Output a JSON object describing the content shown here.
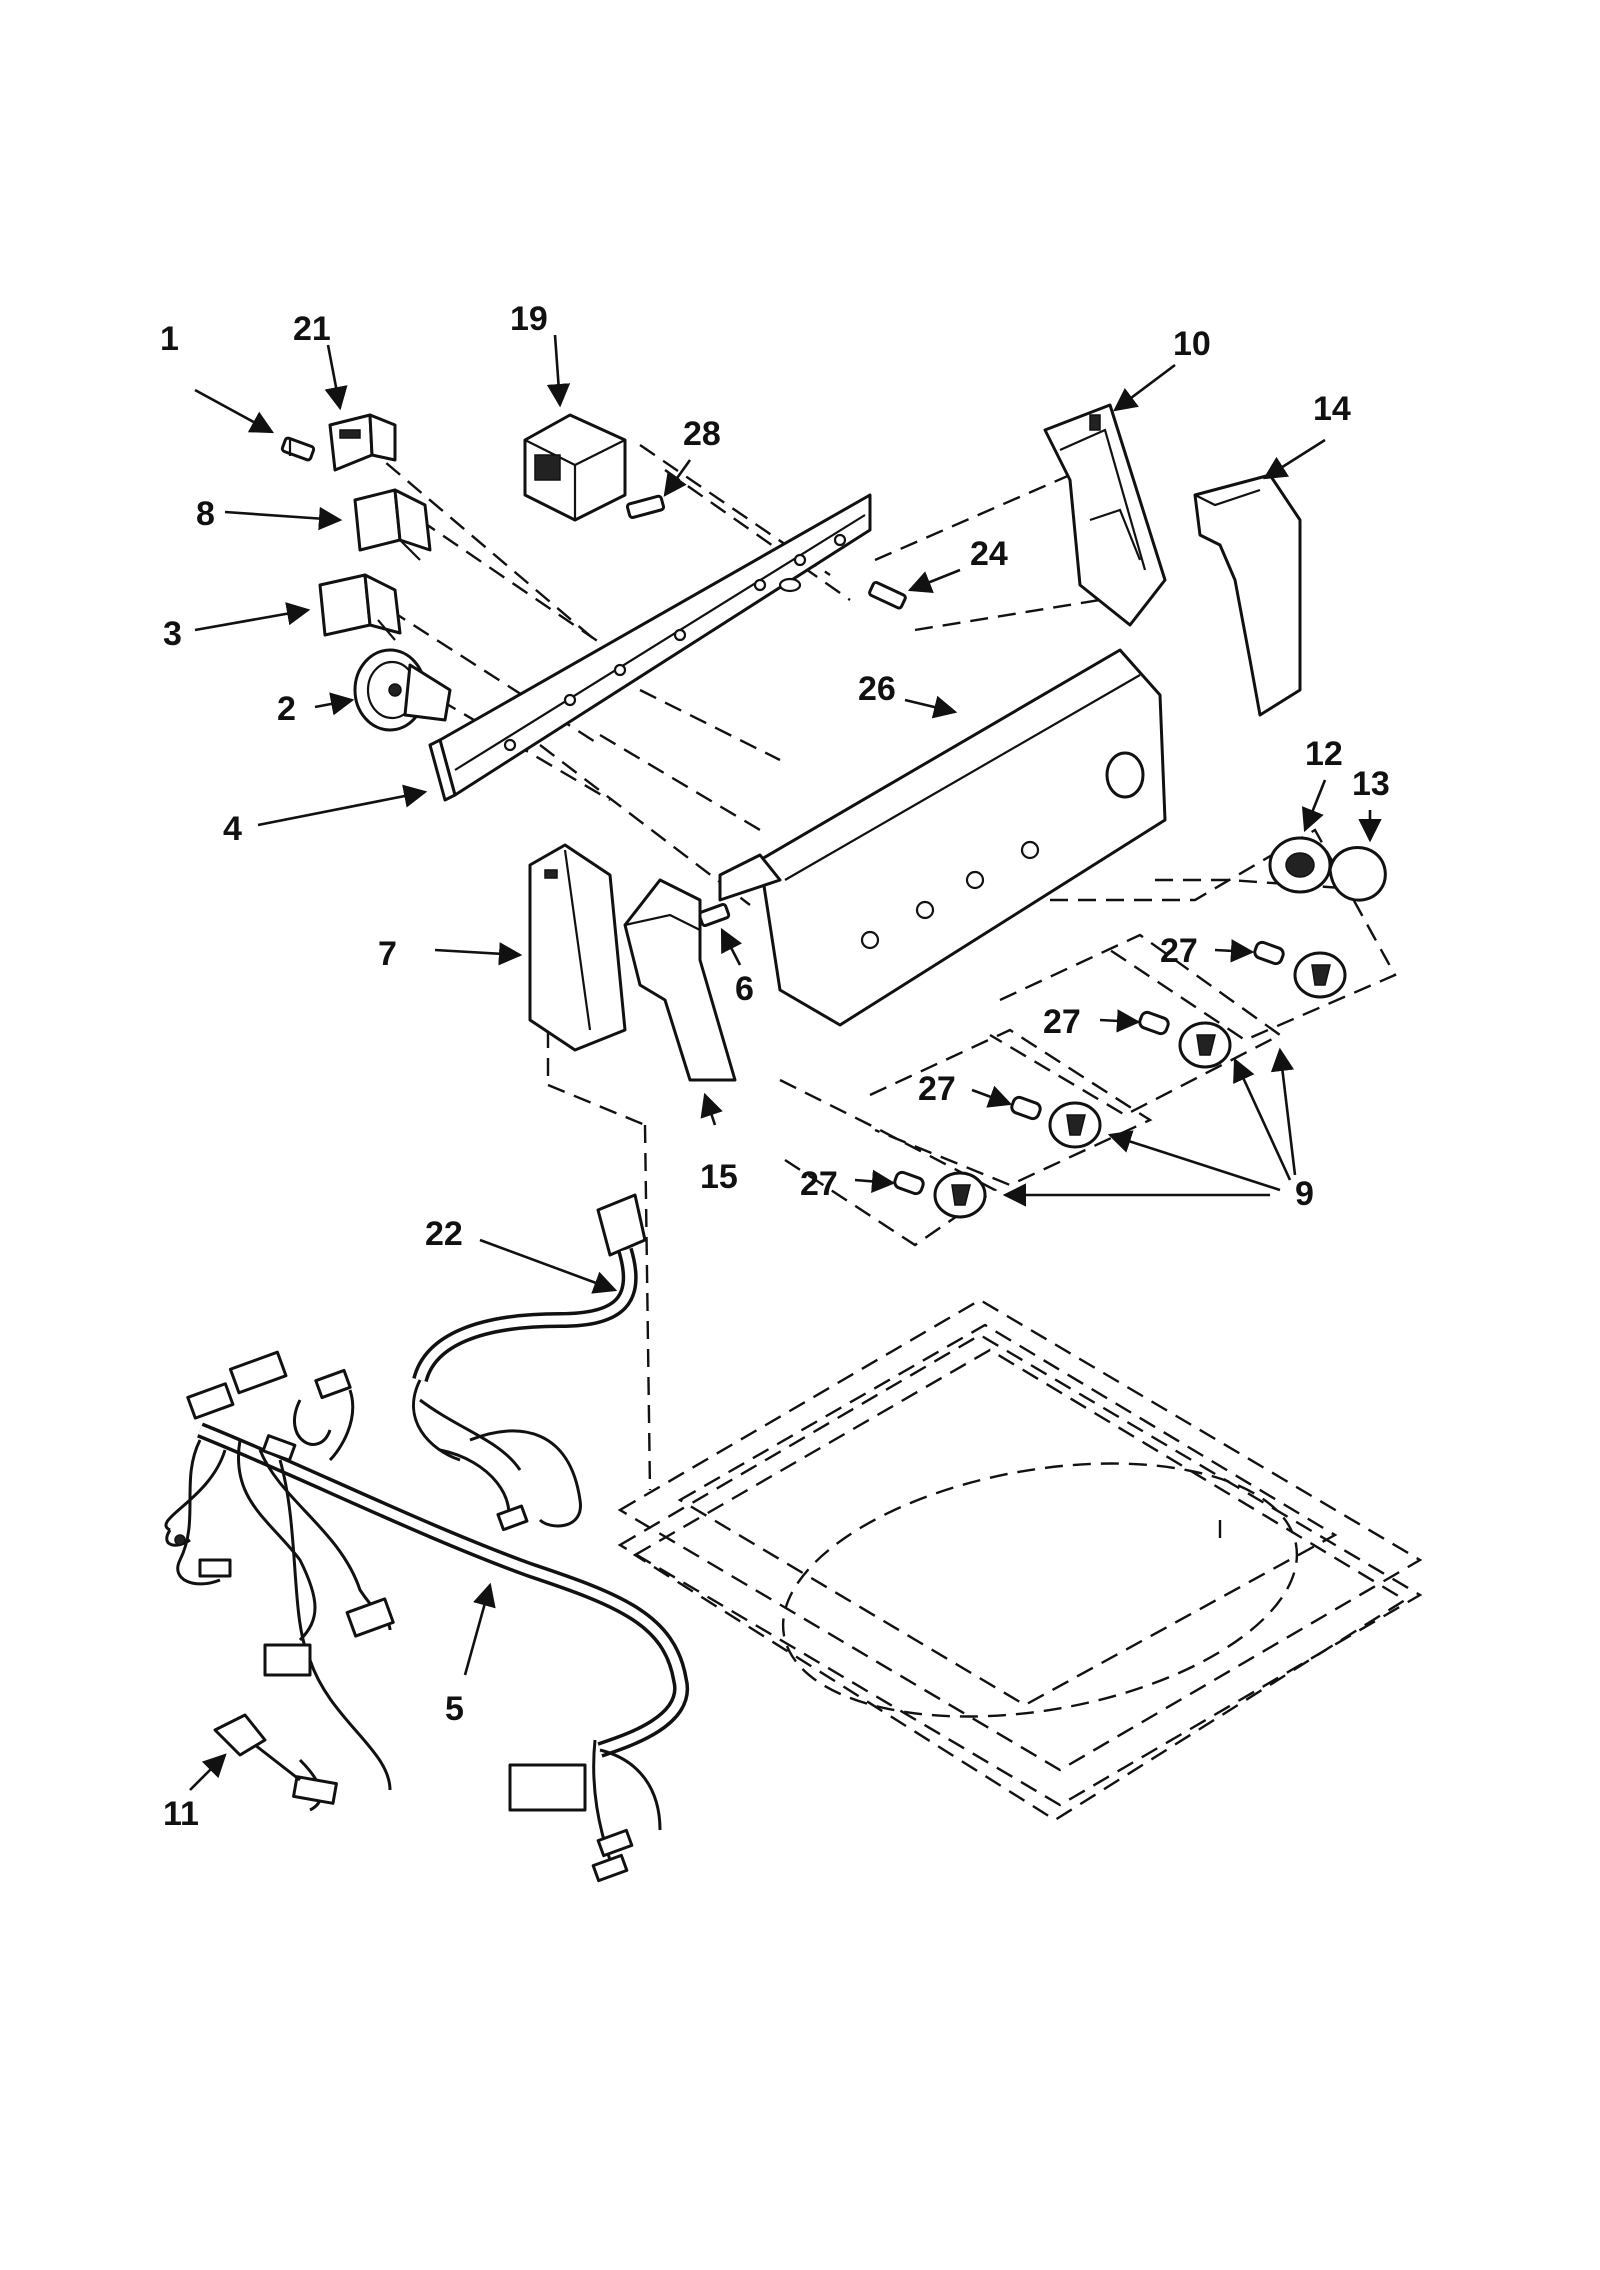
{
  "labels": {
    "l1": "1",
    "l2": "2",
    "l3": "3",
    "l4": "4",
    "l5": "5",
    "l6": "6",
    "l7": "7",
    "l8": "8",
    "l9": "9",
    "l10": "10",
    "l11": "11",
    "l12": "12",
    "l13": "13",
    "l14": "14",
    "l15": "15",
    "l19": "19",
    "l21": "21",
    "l22": "22",
    "l24": "24",
    "l26": "26",
    "l27a": "27",
    "l27b": "27",
    "l27c": "27",
    "l27d": "27",
    "l28": "28"
  }
}
